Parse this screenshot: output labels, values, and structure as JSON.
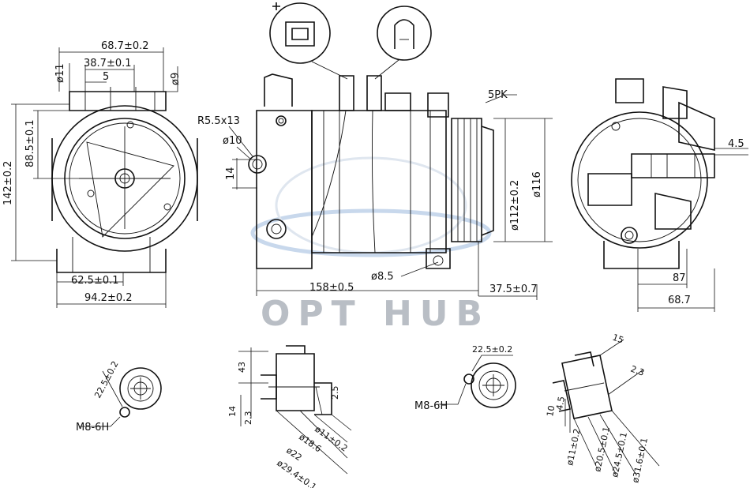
{
  "watermark": {
    "text": "OPT HUB"
  },
  "left_view": {
    "dims": {
      "width_top": "68.7±0.2",
      "width_inner": "38.7±0.1",
      "width_small": "5",
      "height_small": "ø11",
      "height_right": "ø9",
      "height_total": "142±0.2",
      "height_center": "88.5±0.1",
      "width_bottom_inner": "62.5±0.1",
      "width_bottom": "94.2±0.2"
    }
  },
  "side_view": {
    "dims": {
      "radius": "R5.5x13",
      "hole": "ø10",
      "offset": "14",
      "belt": "5PK",
      "pulley_inner": "ø112±0.2",
      "pulley_outer": "ø116",
      "hole_bottom": "ø8.5",
      "length": "158±0.5",
      "pulley_offset": "37.5±0.7"
    }
  },
  "right_view": {
    "dims": {
      "offset_top": "4.5",
      "width_inner": "87",
      "width_outer": "68.7"
    }
  },
  "bottom_details": {
    "port_left": {
      "angle": "22.5±0.2",
      "thread": "M8-6H"
    },
    "section_left": {
      "dims": [
        "43",
        "14",
        "2.3",
        "2.5",
        "ø11±0.2",
        "ø18.6",
        "ø22",
        "ø29.4±0.1"
      ]
    },
    "port_right": {
      "angle": "22.5±0.2",
      "thread": "M8-6H"
    },
    "section_right": {
      "dims": [
        "15",
        "2.3",
        "10",
        "4.5",
        "ø11±0.2",
        "ø20.5±0.1",
        "ø24.5±0.1",
        "ø31.6±0.1"
      ]
    }
  }
}
